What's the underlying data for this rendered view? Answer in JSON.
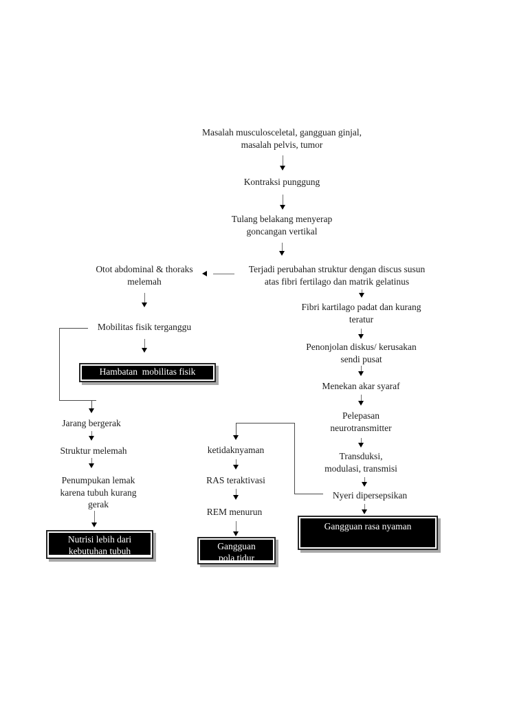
{
  "document": {
    "type": "flowchart-page",
    "language": "Indonesian",
    "background": "#ffffff"
  },
  "colors": {
    "text": "#1c1c1c",
    "arrow_head": "#000000",
    "arrow_stem": "#6e6e6e",
    "box_fill": "#000000",
    "box_text": "#ffffff",
    "box_border": "#262626",
    "box_shadow": "#a9a9a9"
  },
  "flowchart": {
    "nodes": [
      {
        "id": "masalah",
        "text": "Masalah musculosceletal, gangguan ginjal,\nmasalah pelvis, tumor"
      },
      {
        "id": "kontraksi",
        "text": "Kontraksi punggung"
      },
      {
        "id": "tulang",
        "text": "Tulang belakang menyerap\ngoncangan vertikal"
      },
      {
        "id": "terjadi",
        "text": "Terjadi perubahan struktur dengan discus susun\natas fibri fertilago dan matrik gelatinus"
      },
      {
        "id": "otot",
        "text": "Otot abdominal & thoraks\nmelemah"
      },
      {
        "id": "mobilitas",
        "text": "Mobilitas fisik terganggu"
      },
      {
        "id": "jarang",
        "text": "Jarang bergerak"
      },
      {
        "id": "struktur",
        "text": "Struktur melemah"
      },
      {
        "id": "penumpukan",
        "text": "Penumpukan lemak\nkarena tubuh kurang\ngerak"
      },
      {
        "id": "fibri",
        "text": "Fibri kartilago padat dan kurang\nteratur"
      },
      {
        "id": "penonjolan",
        "text": "Penonjolan diskus/ kerusakan\nsendi pusat"
      },
      {
        "id": "menekan",
        "text": "Menekan akar syaraf"
      },
      {
        "id": "pelepasan",
        "text": "Pelepasan\nneurotransmitter"
      },
      {
        "id": "transduksi",
        "text": "Transduksi,\nmodulasi, transmisi"
      },
      {
        "id": "nyeri",
        "text": "Nyeri dipersepsikan"
      },
      {
        "id": "ketidaknyaman",
        "text": "ketidaknyaman"
      },
      {
        "id": "ras",
        "text": "RAS teraktivasi"
      },
      {
        "id": "rem",
        "text": "REM menurun"
      }
    ],
    "diagnosis_boxes": [
      {
        "id": "hambatan",
        "text": "Hambatan  mobilitas fisik"
      },
      {
        "id": "nutrisi",
        "text": "Nutrisi lebih dari\nkebutuhan tubuh"
      },
      {
        "id": "nyaman",
        "text": "Gangguan rasa nyaman"
      },
      {
        "id": "tidur",
        "text": "Gangguan\npola tidur"
      }
    ]
  }
}
